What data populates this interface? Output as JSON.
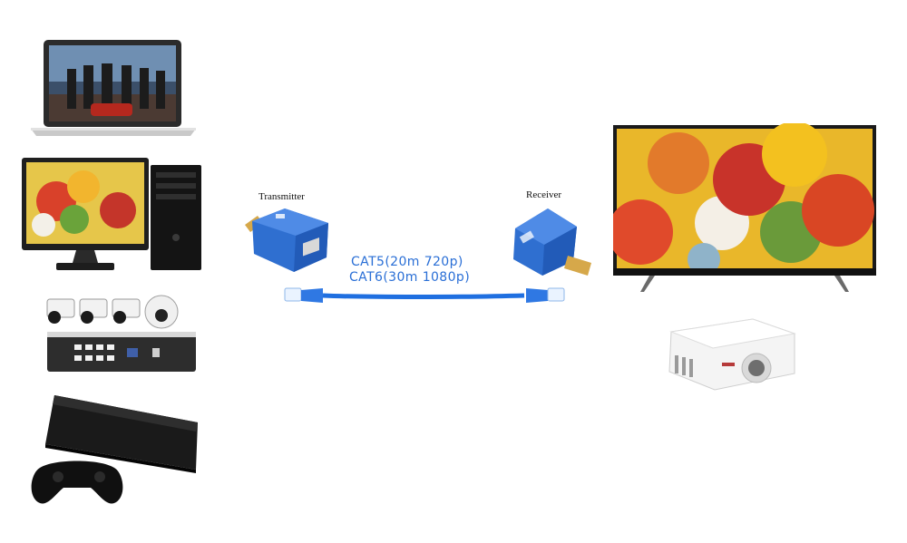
{
  "transmitter": {
    "label": "Transmitter"
  },
  "receiver": {
    "label": "Receiver"
  },
  "cable": {
    "line1": "CAT5(20m 720p)",
    "line2": "CAT6(30m 1080p)",
    "color": "#1f6fe0"
  },
  "extender_color": "#2f6fd0",
  "sources": [
    {
      "icon": "laptop-icon"
    },
    {
      "icon": "desktop-pc-icon"
    },
    {
      "icon": "cctv-nvr-icon"
    },
    {
      "icon": "game-console-icon"
    }
  ],
  "outputs": [
    {
      "icon": "tv-icon"
    },
    {
      "icon": "projector-icon"
    }
  ]
}
